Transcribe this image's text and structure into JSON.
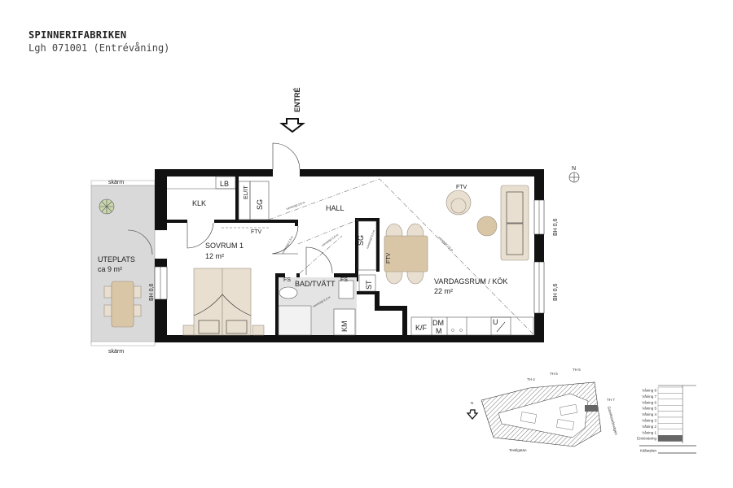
{
  "header": {
    "project": "SPINNERIFABRIKEN",
    "apartment": "Lgh 071001 (Entrévåning)"
  },
  "plan": {
    "entrance": "ENTRÉ",
    "rooms": {
      "klk": "KLK",
      "lb": "LB",
      "elit": "EL/IT",
      "sg1": "SG",
      "hall": "HALL",
      "sovrum": "SOVRUM 1",
      "sovrum_area": "12 m²",
      "bad": "BAD/TVÄTT",
      "sg2": "SG",
      "st": "ST",
      "km": "KM",
      "vardagsrum": "VARDAGSRUM / KÖK",
      "vardagsrum_area": "22 m²",
      "kf": "K/F",
      "dm": "DM",
      "m": "M",
      "u": "U",
      "uteplats": "UTEPLATS",
      "uteplats_area": "ca 9 m²"
    },
    "labels": {
      "ftv1": "FTV",
      "ftv2": "FTV",
      "ftv3": "FTV",
      "fs1": "FS",
      "fs2": "FS",
      "bh1": "BH 0,6",
      "bh2": "BH 0,6",
      "bh3": "BH 0,6",
      "skarm_top": "skärm",
      "skarm_bottom": "skärm",
      "height1": "rumshöjd 2,6 m",
      "height2": "rumshöjd 2,3 m",
      "height3": "rumshöjd 2,6 m",
      "height4": "rumshöjd 2,3 m",
      "height5": "rumshöjd 2,6 m",
      "height6": "rumshöjd 2,3 m"
    },
    "compass": "N"
  },
  "keyplan": {
    "north": "N",
    "street1": "Textilgatan",
    "street2": "Gamlestadsvägen",
    "th": [
      "TH 4",
      "TH 5",
      "TH 6",
      "TH 7"
    ],
    "floors": [
      "Våning 8",
      "Våning 7",
      "Våning 6",
      "Våning 5",
      "Våning 4",
      "Våning 3",
      "Våning 2",
      "Våning 1",
      "Entréväning",
      "Källarplan"
    ],
    "highlight_color": "#666666"
  },
  "colors": {
    "wall": "#111111",
    "furniture": "#e9dfd0",
    "table": "#d9c6a6",
    "terrace": "#d9d9d9"
  }
}
